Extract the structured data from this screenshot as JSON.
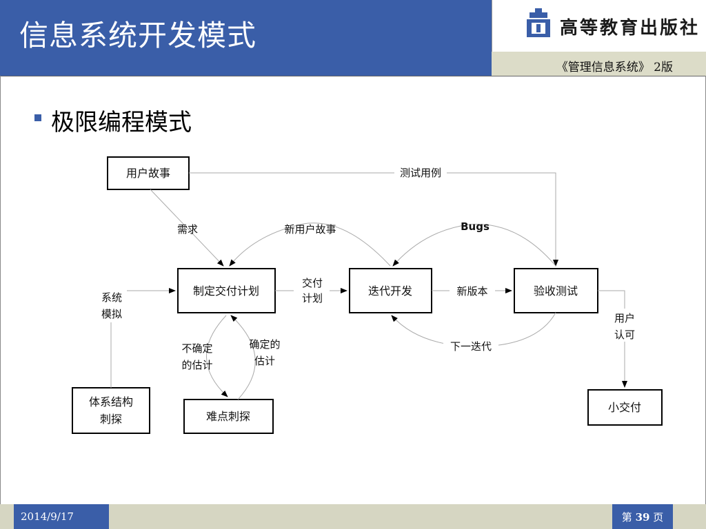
{
  "header": {
    "title": "信息系统开发模式",
    "logo_text": "高等教育出版社",
    "book_title": "《管理信息系统》 2版"
  },
  "main": {
    "bullet_heading": "极限编程模式"
  },
  "diagram": {
    "boxes": {
      "user_story": "用户故事",
      "make_plan": "制定交付计划",
      "iteration": "迭代开发",
      "acceptance": "验收测试",
      "architecture_1": "体系结构",
      "architecture_2": "刺探",
      "hard_spike": "难点刺探",
      "small_delivery": "小交付"
    },
    "labels": {
      "test_case": "测试用例",
      "requirement": "需求",
      "new_user_story": "新用户故事",
      "bugs": "Bugs",
      "delivery_plan_1": "交付",
      "delivery_plan_2": "计划",
      "new_version": "新版本",
      "system_1": "系统",
      "system_2": "模拟",
      "uncertain_1": "不确定",
      "uncertain_2": "的估计",
      "certain_1": "确定的",
      "certain_2": "估计",
      "next_iteration": "下一迭代",
      "user_accept_1": "用户",
      "user_accept_2": "认可"
    }
  },
  "footer": {
    "date": "2014/9/17",
    "page_prefix": "第 ",
    "page_number": "39",
    "page_suffix": " 页"
  },
  "colors": {
    "accent": "#3a5ea8",
    "footer_bg": "#d6d6c2",
    "book_bar": "#dcdcc8"
  }
}
